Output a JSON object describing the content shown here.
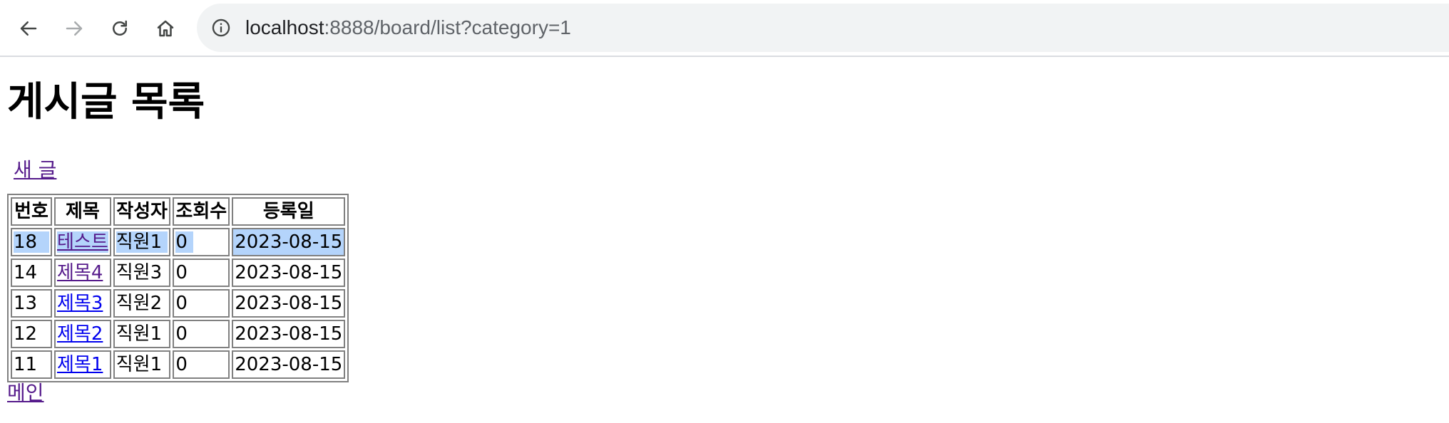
{
  "browser": {
    "url_host": "localhost",
    "url_rest": ":8888/board/list?category=1"
  },
  "page": {
    "title": "게시글 목록",
    "new_post_link": "새 글",
    "main_link": "메인"
  },
  "table": {
    "headers": [
      "번호",
      "제목",
      "작성자",
      "조회수",
      "등록일"
    ],
    "rows": [
      {
        "num": "18",
        "title": "테스트",
        "writer": "직원1",
        "views": "0",
        "date": "2023-08-15"
      },
      {
        "num": "14",
        "title": "제목4",
        "writer": "직원3",
        "views": "0",
        "date": "2023-08-15"
      },
      {
        "num": "13",
        "title": "제목3",
        "writer": "직원2",
        "views": "0",
        "date": "2023-08-15"
      },
      {
        "num": "12",
        "title": "제목2",
        "writer": "직원1",
        "views": "0",
        "date": "2023-08-15"
      },
      {
        "num": "11",
        "title": "제목1",
        "writer": "직원1",
        "views": "0",
        "date": "2023-08-15"
      }
    ]
  },
  "icons": {
    "back": "arrow-left-icon",
    "forward": "arrow-right-icon",
    "reload": "reload-icon",
    "home": "home-icon",
    "info": "info-icon"
  },
  "colors": {
    "visited_link": "#551a8b",
    "unvisited_link": "#0000ee",
    "selection": "#b4d4fb",
    "omnibox_bg": "#f1f3f4"
  }
}
